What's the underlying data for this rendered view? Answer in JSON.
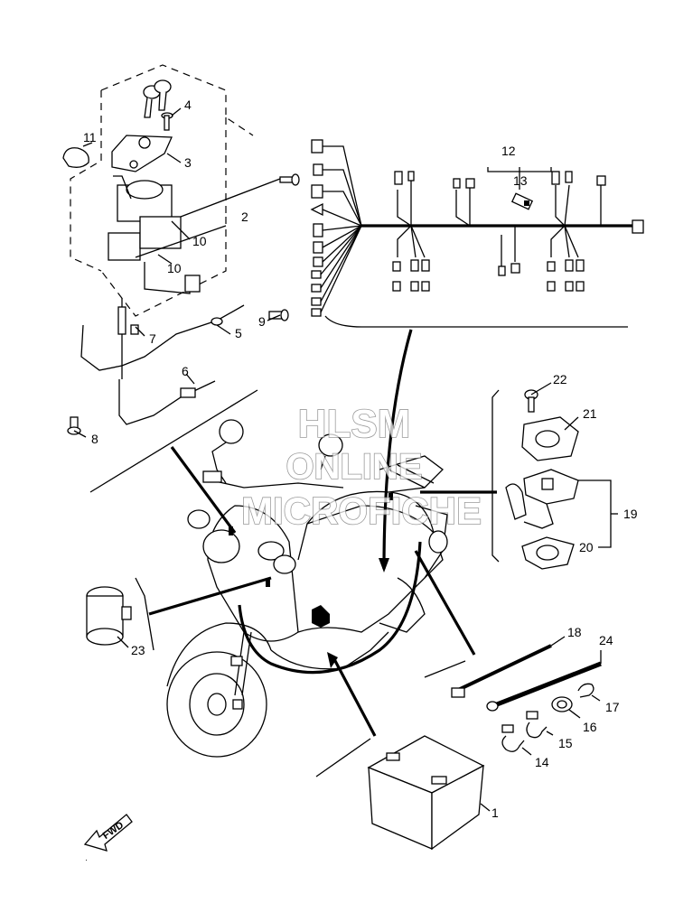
{
  "watermark": {
    "line1": "HLSM",
    "line2": "ONLINE",
    "line3": "MICROFICHE"
  },
  "fwd_label": "FWD",
  "callouts": {
    "c1": "1",
    "c2": "2",
    "c3": "3",
    "c4": "4",
    "c5": "5",
    "c6": "6",
    "c7": "7",
    "c8": "8",
    "c9": "9",
    "c10a": "10",
    "c10b": "10",
    "c11": "11",
    "c12": "12",
    "c13": "13",
    "c14": "14",
    "c15": "15",
    "c16": "16",
    "c17": "17",
    "c18": "18",
    "c19": "19",
    "c20": "20",
    "c21": "21",
    "c22": "22",
    "c23": "23",
    "c24": "24"
  }
}
